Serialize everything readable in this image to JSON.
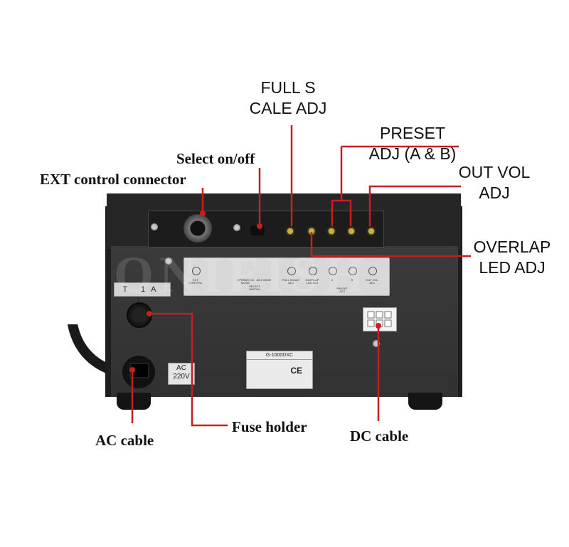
{
  "annotations": {
    "full_scale_adj": {
      "line1": "FULL S",
      "line2": "CALE ADJ"
    },
    "preset_adj": {
      "line1": "PRESET",
      "line2": "ADJ (A & B)"
    },
    "out_vol_adj": {
      "line1": "OUT VOL",
      "line2": "ADJ"
    },
    "overlap_led_adj": {
      "line1": "OVERLAP",
      "line2": "LED ADJ"
    },
    "select_on_off": "Select on/off",
    "ext_control_connector": "EXT control connector",
    "ac_cable": "AC cable",
    "fuse_holder": "Fuse holder",
    "dc_cable": "DC cable"
  },
  "device": {
    "fuse_sticker": "T 1A L",
    "ac_label": {
      "line1": "AC",
      "line2": "220V"
    },
    "nameplate_model": "G-1000DXC",
    "nameplate_mark": "CE",
    "panel_labels": [
      "EXT CONTROL",
      "OPERATION MODE",
      "ADJ MODE",
      "SELECT SWITCH",
      "FULL SCALE ADJ",
      "OVERLAP LED ADJ",
      "A",
      "B",
      "PRESET ADJ",
      "OUT VOL ADJ"
    ]
  },
  "watermark": "ONIFISH",
  "colors": {
    "leader_line": "#c81e1e",
    "led": "#c9b13a",
    "device_body": "#353535"
  }
}
